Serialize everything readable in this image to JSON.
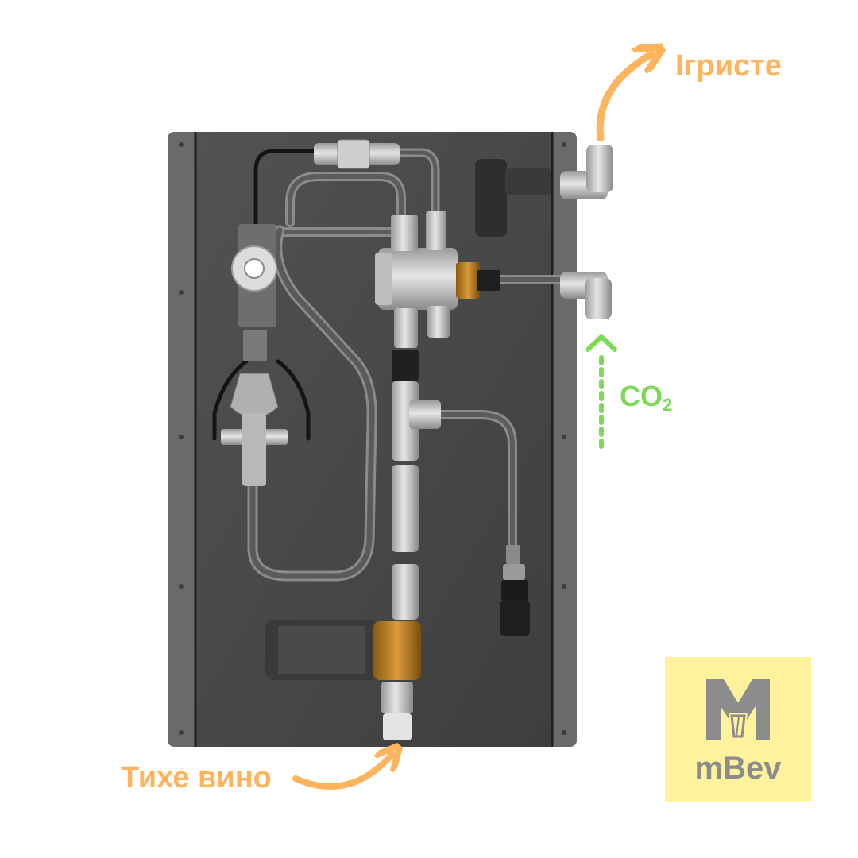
{
  "labels": {
    "sparkling": "Ігристе",
    "still_wine": "Тихе вино",
    "co2_main": "CO",
    "co2_sub": "2"
  },
  "logo": {
    "text": "mBev"
  },
  "colors": {
    "accent_orange": "#FDB45C",
    "co2_green": "#7ED957",
    "logo_bg": "#FFF29C",
    "logo_gray": "#8C8C8C",
    "panel": "#4E4E4E",
    "panel_frame": "#6A6A6A",
    "background": "#FFFFFF"
  },
  "icons": {
    "outlet_arrow": "curved-arrow-up-right-icon",
    "inlet_arrow": "curved-arrow-up-icon",
    "co2_arrow": "dotted-arrow-up-icon",
    "logo_mark": "m-glass-logo-icon"
  }
}
